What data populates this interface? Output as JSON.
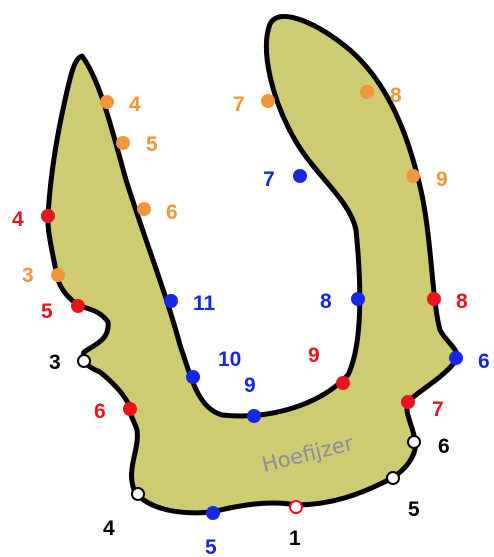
{
  "shape": {
    "fill": "#cfcb72",
    "outline": "#000000",
    "watermark": "Hoefijzer"
  },
  "colors": {
    "orange": "#f0963c",
    "red": "#e8141e",
    "blue": "#1428e6",
    "black": "#000000"
  },
  "labels": {
    "orange": [
      "3",
      "4",
      "5",
      "6",
      "7",
      "8",
      "9"
    ],
    "red": [
      "4",
      "5",
      "6",
      "7",
      "8",
      "9"
    ],
    "blue": [
      "5",
      "6",
      "7",
      "8",
      "9",
      "10",
      "11"
    ],
    "black": [
      "1",
      "3",
      "4",
      "5",
      "6"
    ]
  }
}
